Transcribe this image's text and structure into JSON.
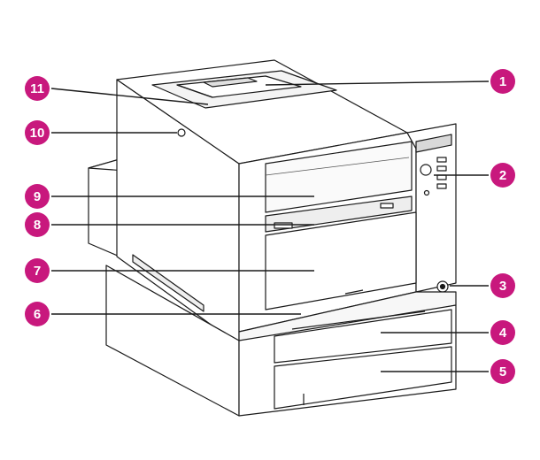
{
  "accent_color": "#c8187d",
  "callouts": [
    {
      "label": "1",
      "target": "output-bin"
    },
    {
      "label": "2",
      "target": "control-panel"
    },
    {
      "label": "3",
      "target": "power-switch"
    },
    {
      "label": "4",
      "target": "tray-3"
    },
    {
      "label": "5",
      "target": "tray-4"
    },
    {
      "label": "6",
      "target": "tray-2"
    },
    {
      "label": "7",
      "target": "front-door"
    },
    {
      "label": "8",
      "target": "tray-1"
    },
    {
      "label": "9",
      "target": "top-cover"
    },
    {
      "label": "10",
      "target": "top-cover-release"
    },
    {
      "label": "11",
      "target": "top-output-bin"
    }
  ]
}
